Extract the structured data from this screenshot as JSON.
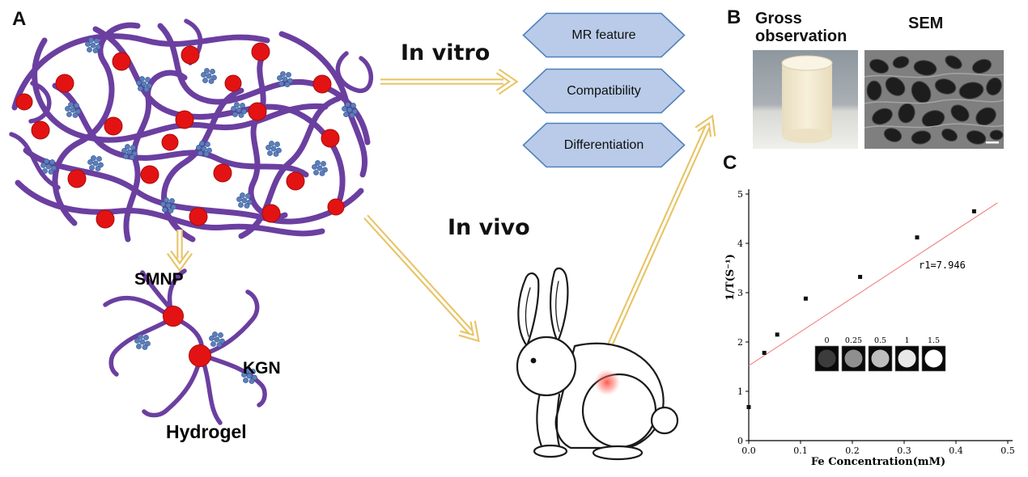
{
  "panel_labels": {
    "a": "A",
    "b": "B",
    "c": "C"
  },
  "schematic": {
    "smnp": "SMNP",
    "kgn": "KGN",
    "hydrogel": "Hydrogel"
  },
  "flow": {
    "in_vitro": "In vitro",
    "in_vivo": "In vivo",
    "hexagons": [
      {
        "label": "MR feature"
      },
      {
        "label": "Compatibility"
      },
      {
        "label": "Differentiation"
      }
    ]
  },
  "panel_b": {
    "gross_title": "Gross observation",
    "sem_title": "SEM"
  },
  "chart_data": {
    "type": "scatter",
    "title": "",
    "xlabel": "Fe Concentration(mM)",
    "ylabel": "1/T(S⁻¹)",
    "xlim": [
      0,
      0.5
    ],
    "ylim": [
      0,
      5
    ],
    "x_ticks": [
      "0.0",
      "0.1",
      "0.2",
      "0.3",
      "0.4",
      "0.5"
    ],
    "y_ticks": [
      "0",
      "1",
      "2",
      "3",
      "4",
      "5"
    ],
    "points": [
      {
        "x": 0.0,
        "y": 0.68
      },
      {
        "x": 0.03,
        "y": 1.78
      },
      {
        "x": 0.055,
        "y": 2.15
      },
      {
        "x": 0.11,
        "y": 2.88
      },
      {
        "x": 0.215,
        "y": 3.32
      },
      {
        "x": 0.325,
        "y": 4.12
      },
      {
        "x": 0.435,
        "y": 4.65
      }
    ],
    "fit_line": {
      "x1": 0.0,
      "y1": 1.52,
      "x2": 0.48,
      "y2": 4.82
    },
    "annotation": "r1=7.946",
    "inset": {
      "labels": [
        "0",
        "0.25",
        "0.5",
        "1",
        "1.5"
      ],
      "circle_shades": [
        "#3c3c3c",
        "#8f8f8f",
        "#bdbdbd",
        "#e8e8e8",
        "#ffffff"
      ]
    },
    "grid": false,
    "legend": null
  },
  "colors": {
    "hexagon_fill": "#b9cbe8",
    "hexagon_border": "#4f81bd",
    "arrow": "#e7c568",
    "hydrogel_purple": "#6b3fa0",
    "smnp_red": "#e41313",
    "kgn_blue": "#5b7fbc",
    "fit_line": "#f08080",
    "marker": "#101010"
  }
}
